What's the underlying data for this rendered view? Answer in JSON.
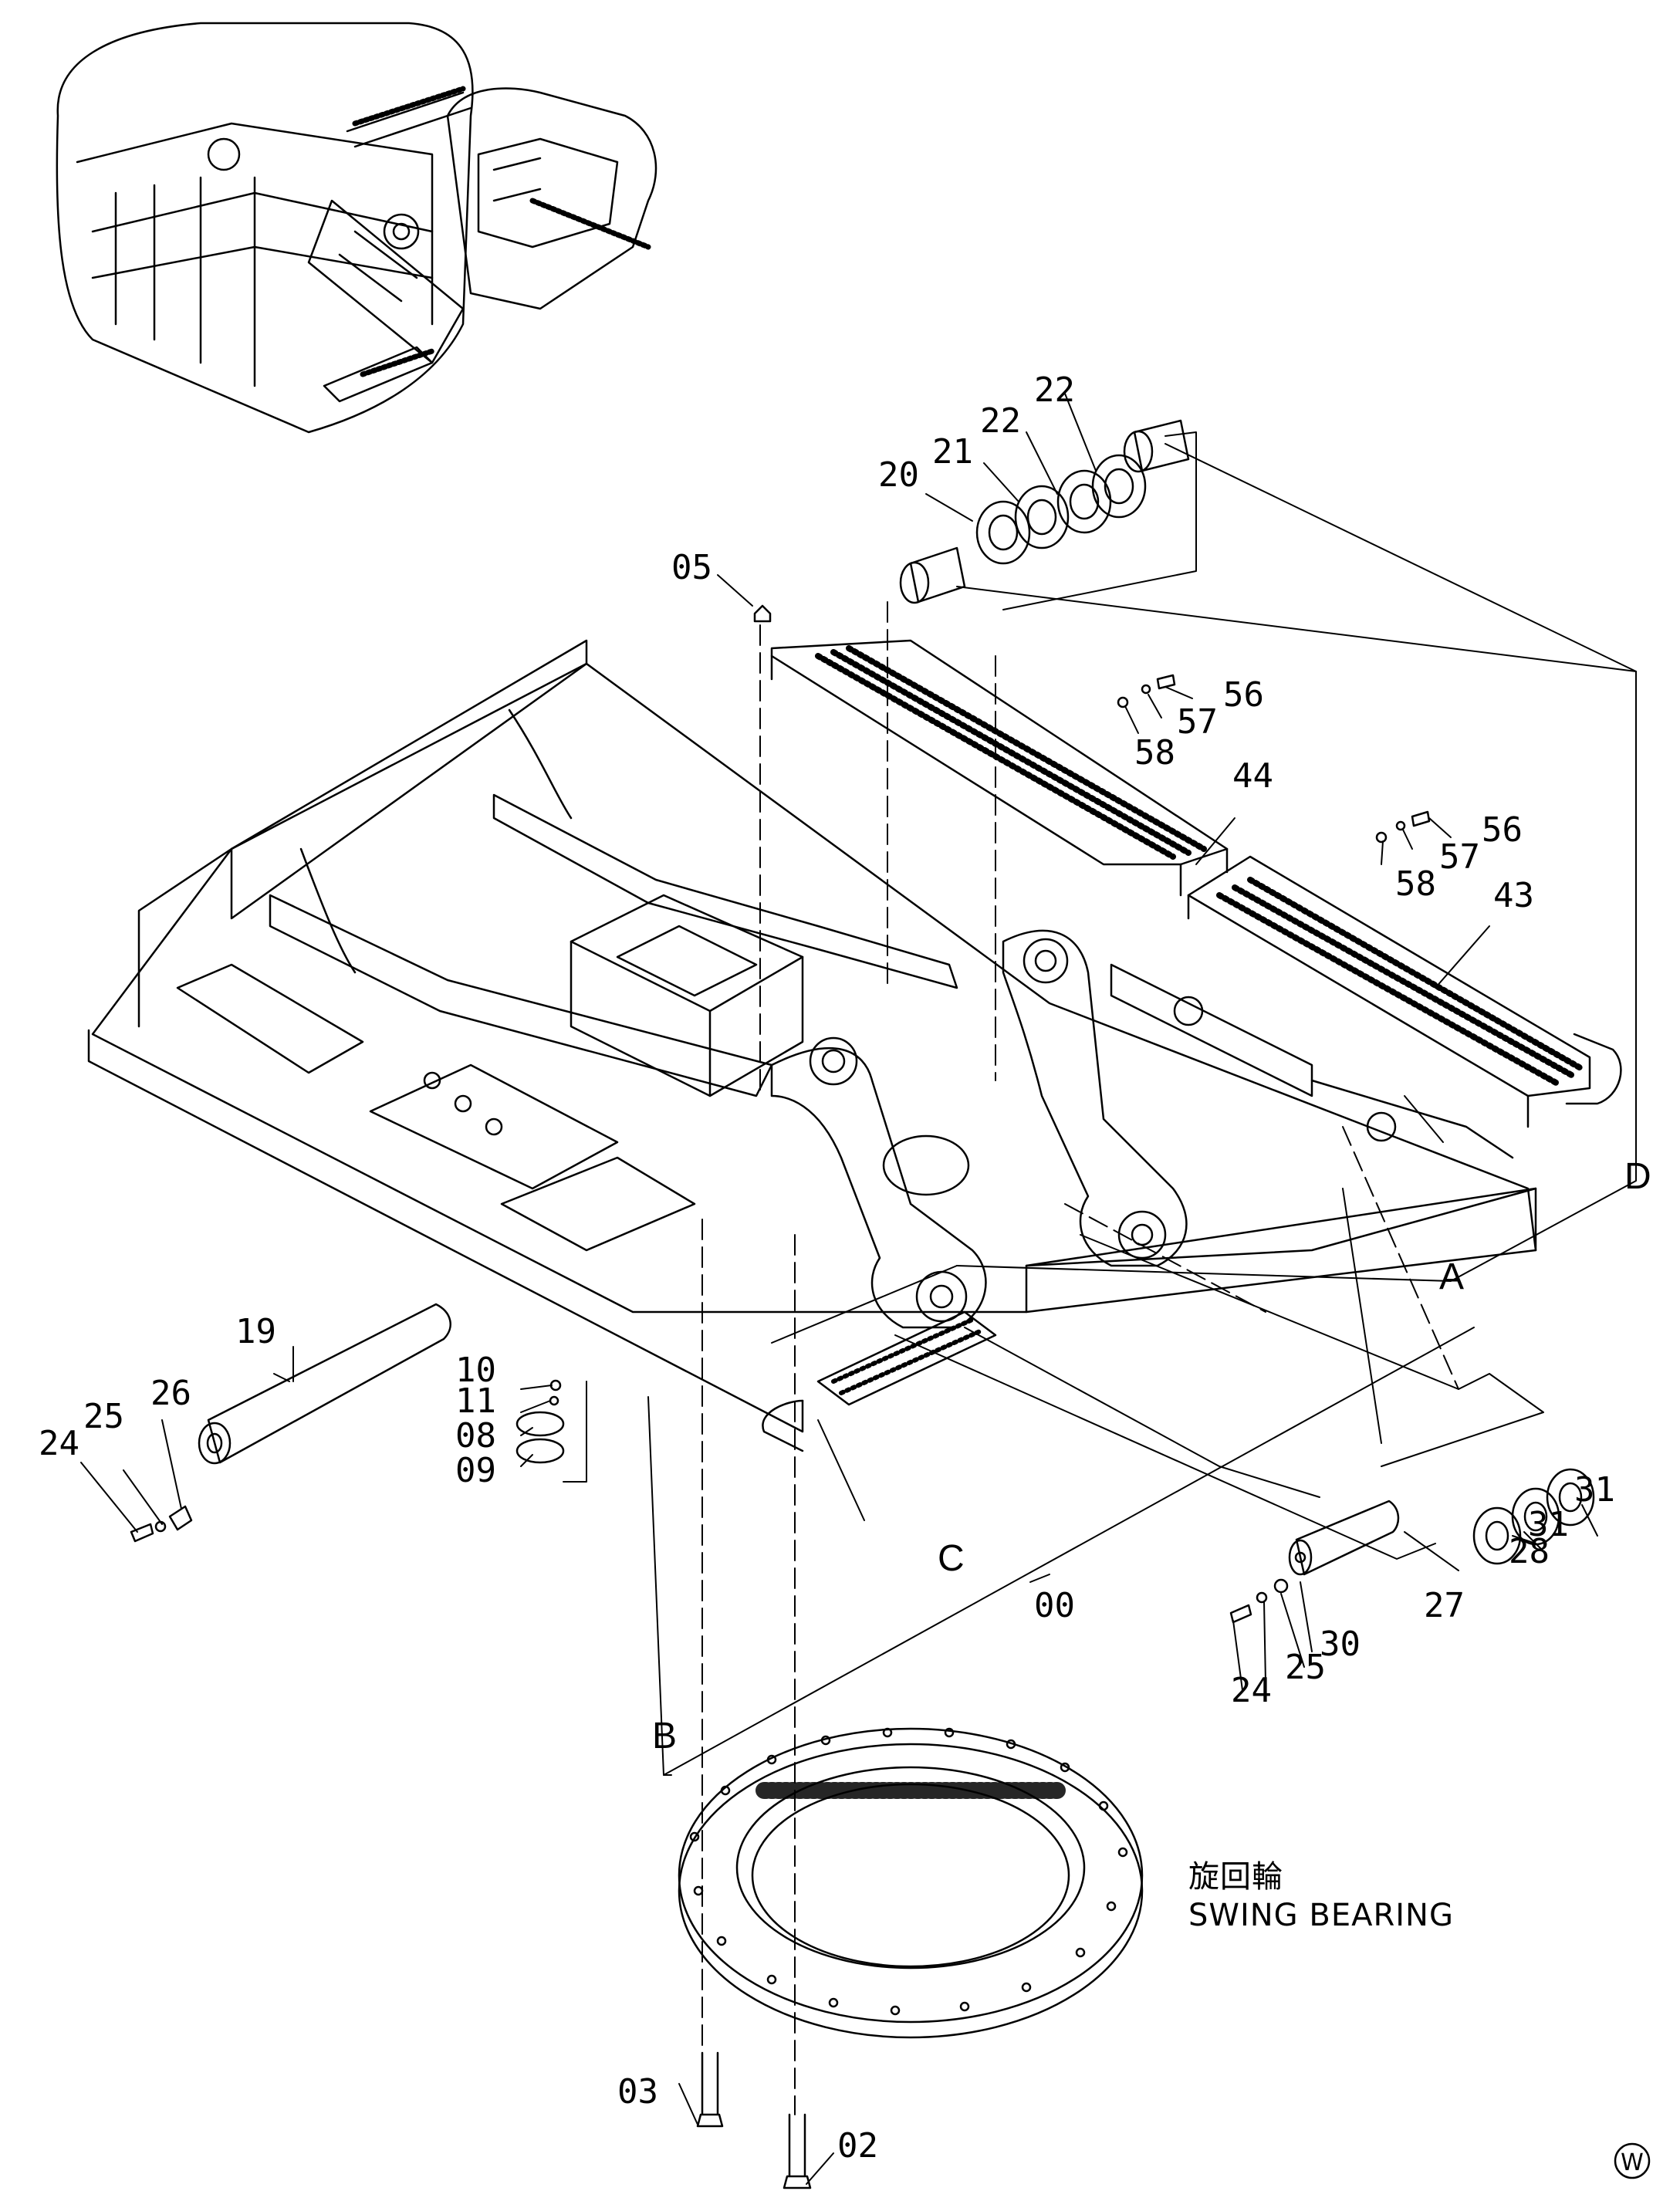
{
  "caption": {
    "japanese": "旋回輪",
    "english": "SWING BEARING"
  },
  "sheet_mark": "W",
  "part_labels": [
    "00",
    "02",
    "03",
    "05",
    "08",
    "09",
    "10",
    "11",
    "19",
    "20",
    "21",
    "22",
    "22",
    "24",
    "24",
    "25",
    "25",
    "26",
    "27",
    "28",
    "30",
    "31",
    "31",
    "43",
    "44",
    "56",
    "56",
    "57",
    "57",
    "58",
    "58"
  ],
  "reference_letters": [
    "A",
    "B",
    "C",
    "D"
  ],
  "colors": {
    "ink": "#000000",
    "paper": "#ffffff"
  }
}
